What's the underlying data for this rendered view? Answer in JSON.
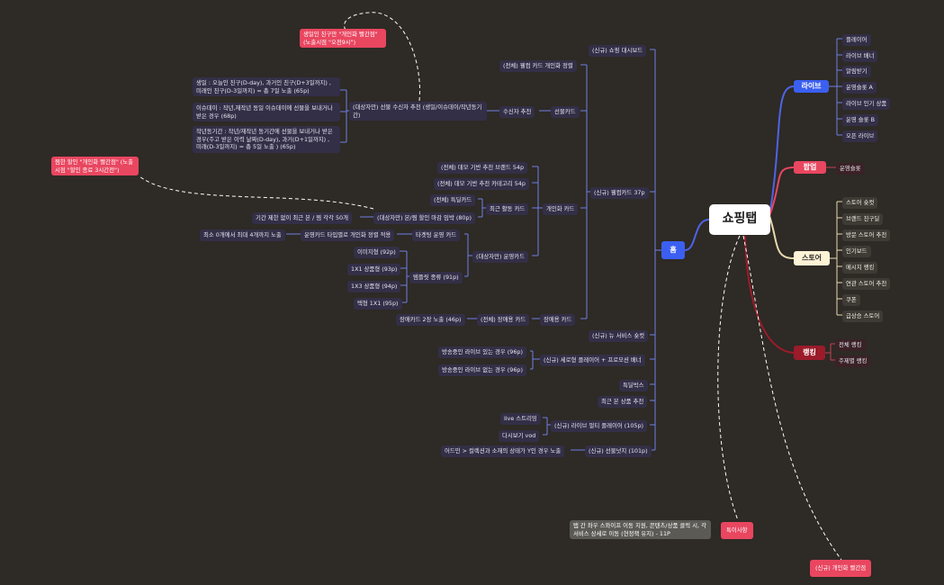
{
  "root": "쇼핑탭",
  "home": "홈",
  "branches": {
    "live": {
      "label": "라이브",
      "items": [
        "플레이어",
        "라이브 배너",
        "알림받기",
        "운영슬롯 A",
        "라이브 인기 상품",
        "운영 슬롯 B",
        "오픈 라이브"
      ]
    },
    "popup": {
      "label": "팝업",
      "items": [
        "운영슬롯"
      ]
    },
    "store": {
      "label": "스토어",
      "items": [
        "스토어 숏컷",
        "브랜드 친구딜",
        "방문 스토어 추천",
        "인기보드",
        "메시지 랭킹",
        "연관 스토어 추천",
        "쿠폰",
        "급상승 스토어"
      ]
    },
    "ranking": {
      "label": "랭킹",
      "items": [
        "전체 랭킹",
        "주제별 랭킹"
      ]
    }
  },
  "home_children": [
    "(신규) 쇼핑 대시보드",
    "(신규) 웰컴카드 37p",
    "(신규) 뉴 서비스 숏컷",
    "(신규) 세로형 플레이어 + 프로모션 배너",
    "특딜박스",
    "최근 본 상품 추천",
    "(신규) 라이브 멀티 플레이어 (105p)",
    "(신규) 선물넛지 (101p)"
  ],
  "welcome": {
    "children": [
      "(전체) 웰컴 카드 개인화 정렬",
      "선물카드",
      "개인화 카드",
      "장애용 카드"
    ]
  },
  "gift": {
    "receiver": "수신자 추천",
    "target": "(대상자만) 선물 수신자 추천 (생일/이슈데이/작년동기간)",
    "details": [
      "생일 : 오늘인 친구(D-day), 과거인 친구(D+3일까지) , 미래인 친구(D-3일까지) = 총 7일 노출 (65p)",
      "이슈데이 : 작년,재작년 동일 이슈데이에 선물을 보내거나 받은 경우 (68p)",
      "작년동기간 : 작년/재작년 동기간에 선물을 보내거나 받은 경우(주고 받은 이력 날짜(D-day), 과거(D+1일까지) , 미래(D-3일까지) = 총 5일 노출  ) (65p)"
    ]
  },
  "personal": {
    "recent": "최근 활동 카드",
    "theme_brand": "(전체) 데모 기반 추천 브랜드 54p",
    "theme_category": "(전체) 데모 기반 추천 카테고리 54p",
    "deal": "(전체) 특딜카드",
    "wish": "(대상자만) 본/찜 할인 마감 임박 (80p)",
    "wish_detail": "기간 제한 없이 최근 본 / 찜 각각 50개",
    "operation": "(대상자만) 운영카드",
    "targeting": "타겟팅 운영 카드",
    "targeting_detail": "운영카드 타입별로 개인화 정렬 적용",
    "targeting_limit": "최소 0개에서 최대 4개까지 노출",
    "template": "템플릿 종류 (91p)",
    "templates": [
      "이미지형 (92p)",
      "1X1 상품형 (93p)",
      "1X3 상품형 (94p)",
      "텍형 1X1 (95p)"
    ]
  },
  "fallback": {
    "card": "(전체) 장애용 카드",
    "detail": "장애카드 2장 노출 (46p)"
  },
  "vertical": {
    "with_live": "방송중인 라이브 있는 경우 (96p)",
    "without_live": "방송중인 라이브 없는 경우 (96p)"
  },
  "multi": {
    "items": [
      "live 스트리밍",
      "다시보기 vod"
    ]
  },
  "nudge": {
    "detail": "어드민 > 컬렉션과 소재의 상태가 Y인 경우 노출"
  },
  "notes": {
    "birthday": "생일인 친구만 \"개인화 빨간점\" (노출시점 \"오전9시\")",
    "discount": "찜한 할인 \"개인화 빨간점\" (노출시점 \"할인 종료 3시간전\")",
    "special": "특이사항",
    "special_detail": "탭 간 좌우 스와이프 이동 지원, 콘텐츠/상품 클릭 시, 각 서비스 상세로 이동 (현정책 유지) - 11P",
    "reddot": "(신규) 개인화 빨간점"
  },
  "colors": {
    "background": "#2e2a25",
    "node": "#332f47",
    "blue": "#3b5ff0",
    "red": "#e94660",
    "dark_red": "#9b1b2a",
    "cream": "#fff3d6",
    "line_blue": "#6f7fe8",
    "line_cream": "#e8d9b0",
    "line_red": "#c44058"
  }
}
